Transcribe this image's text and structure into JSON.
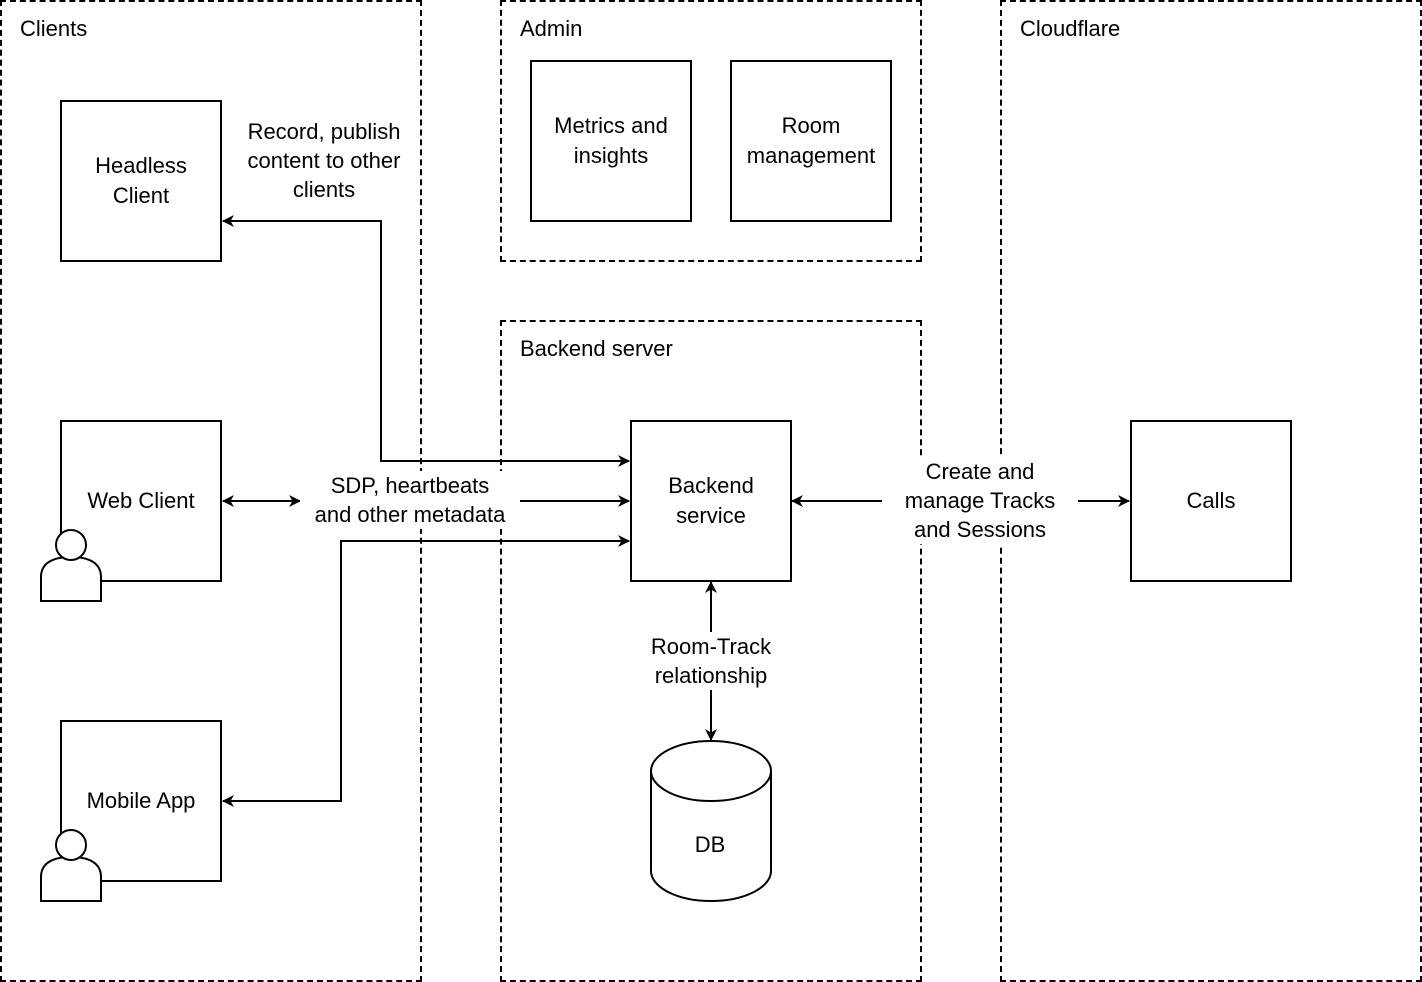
{
  "groups": {
    "clients": "Clients",
    "admin": "Admin",
    "backend": "Backend server",
    "cloudflare": "Cloudflare"
  },
  "nodes": {
    "headless_client": "Headless Client",
    "web_client": "Web Client",
    "mobile_app": "Mobile App",
    "metrics": "Metrics and insights",
    "room_management": "Room management",
    "backend_service": "Backend service",
    "db": "DB",
    "calls": "Calls"
  },
  "edge_labels": {
    "record_publish": "Record, publish\ncontent to other\nclients",
    "sdp": "SDP, heartbeats\nand other metadata",
    "create_manage": "Create and\nmanage Tracks\nand Sessions",
    "room_track": "Room-Track\nrelationship"
  }
}
